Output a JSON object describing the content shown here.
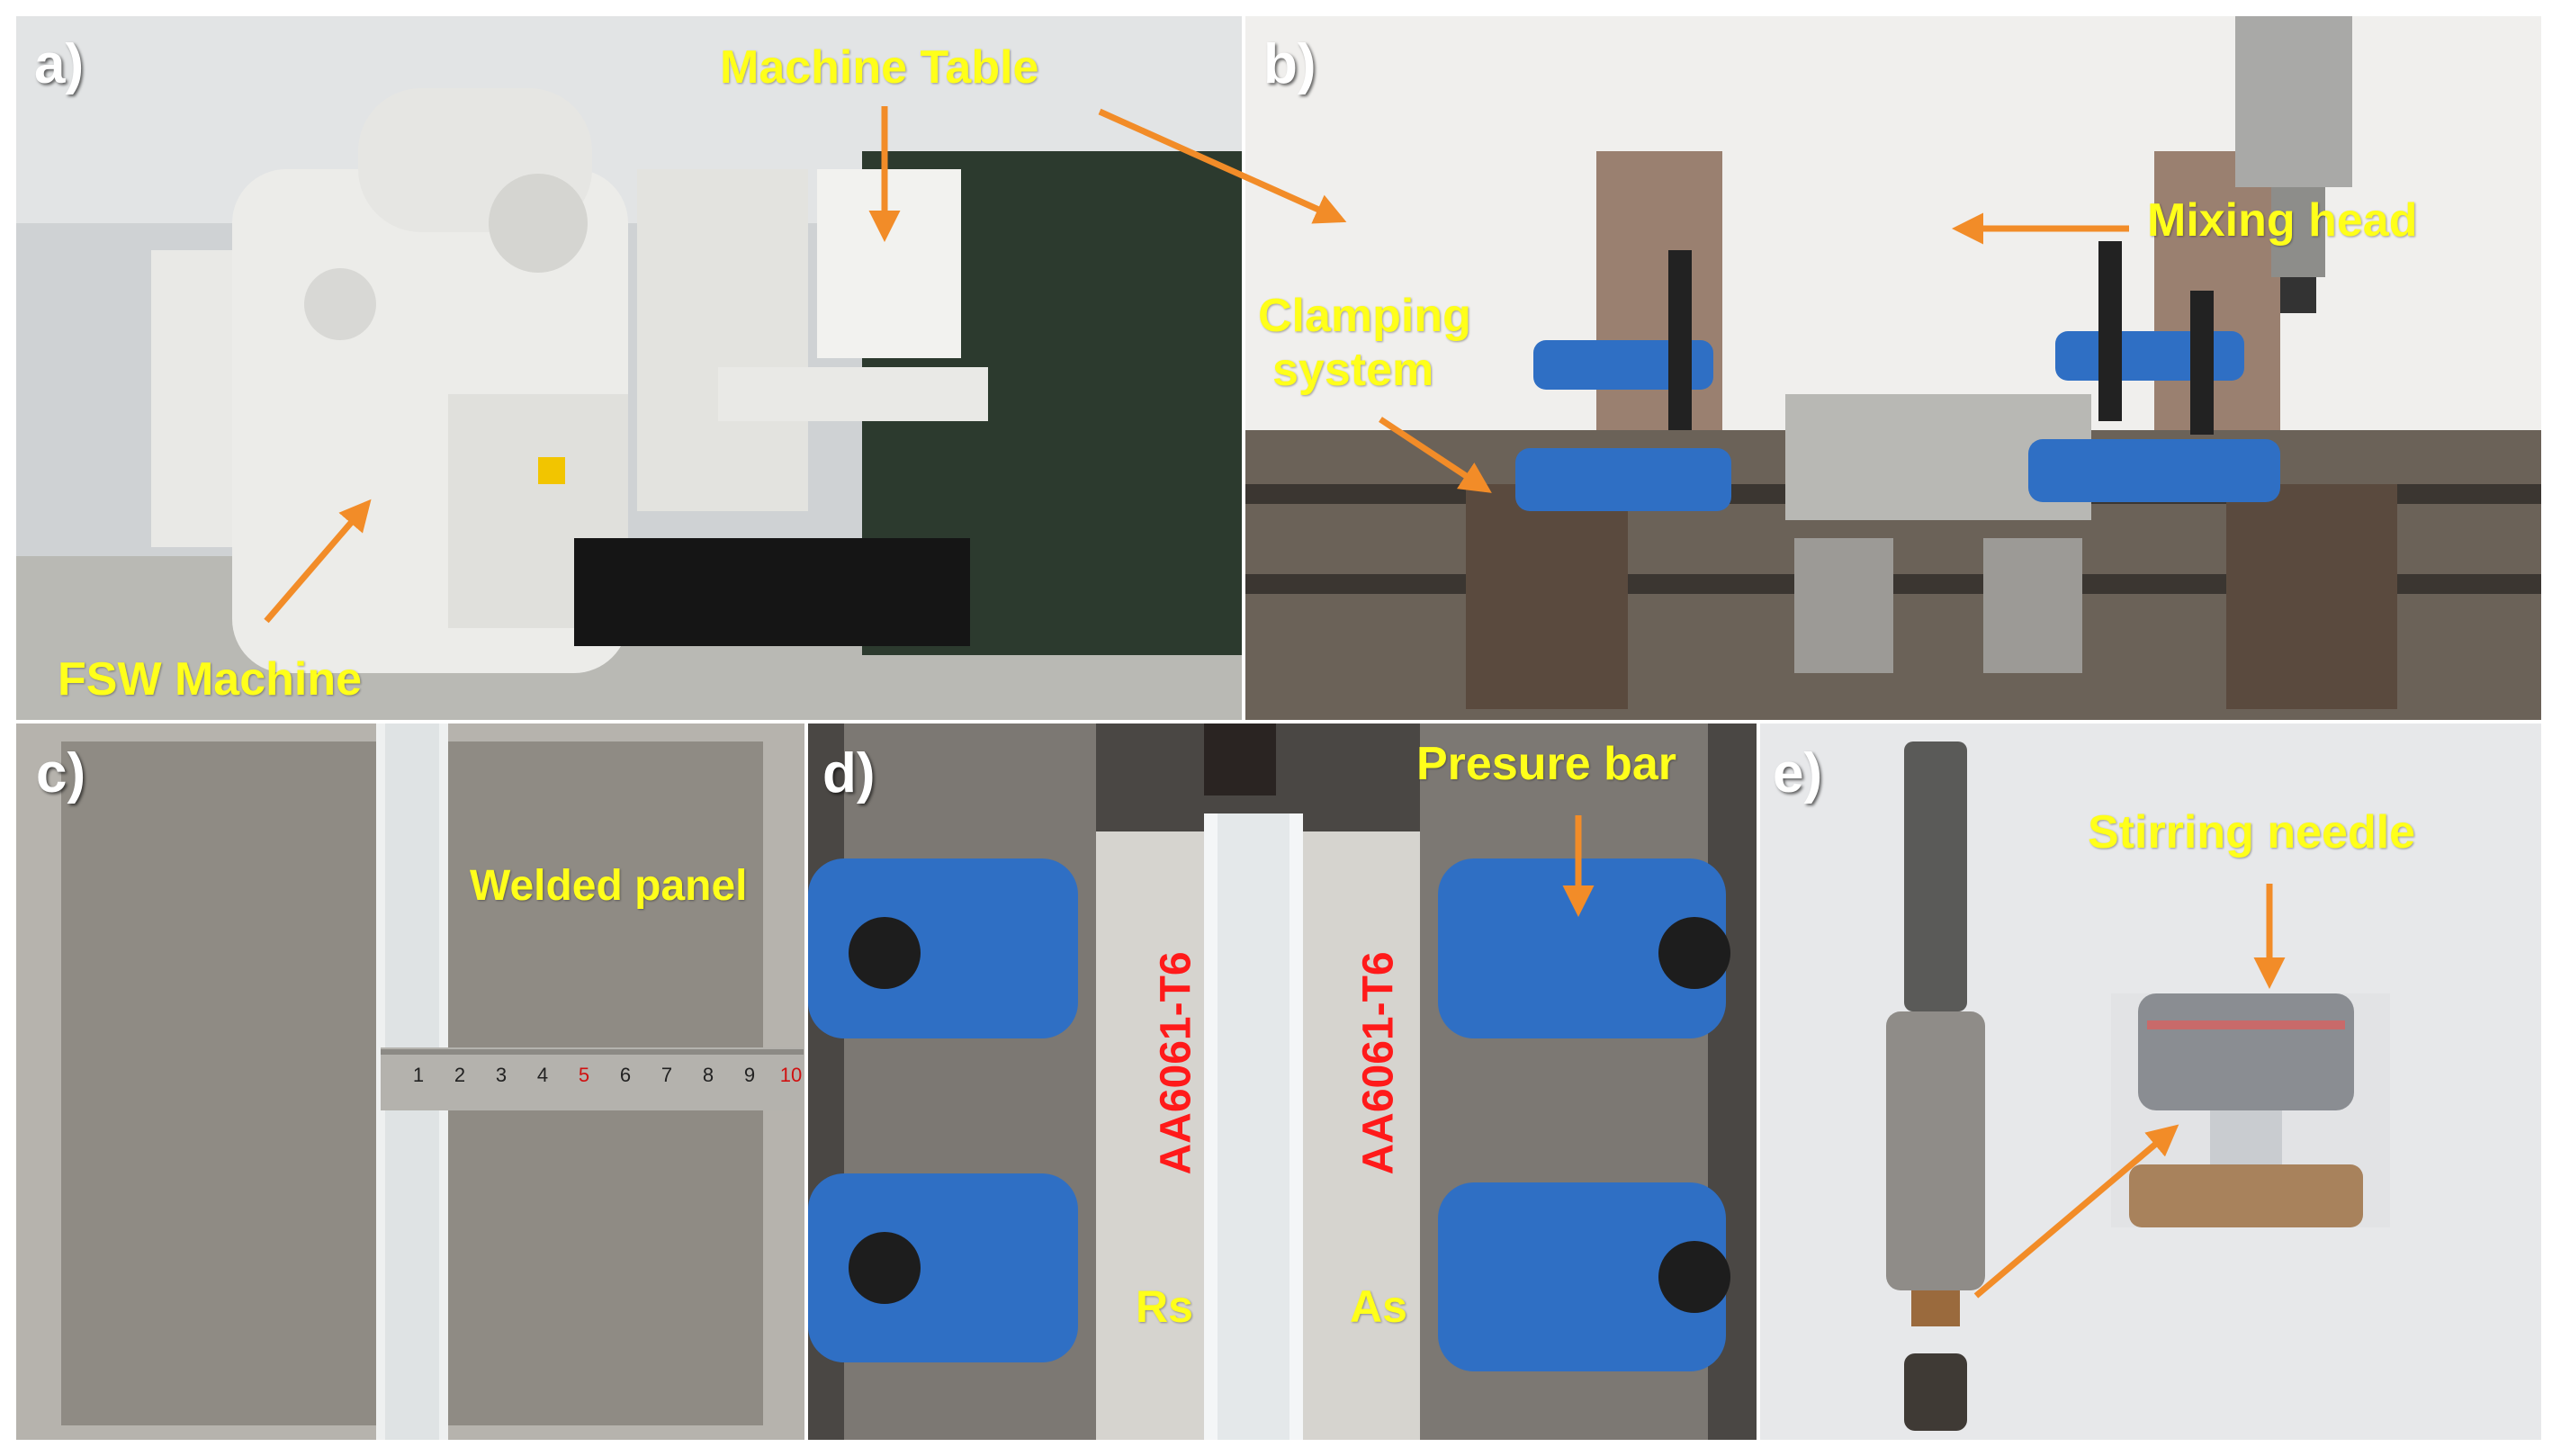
{
  "panels": {
    "a": {
      "label": "a)",
      "annotations": {
        "machine_table": "Machine Table",
        "fsw_machine": "FSW Machine"
      }
    },
    "b": {
      "label": "b)",
      "annotations": {
        "mixing_head": "Mixing head",
        "clamping_line1": "Clamping",
        "clamping_line2": "system"
      }
    },
    "c": {
      "label": "c)",
      "annotations": {
        "welded_panel": "Welded panel"
      },
      "ruler_ticks": [
        "1",
        "2",
        "3",
        "4",
        "5",
        "6",
        "7",
        "8",
        "9",
        "10"
      ]
    },
    "d": {
      "label": "d)",
      "annotations": {
        "presure_bar": "Presure bar",
        "alloy_left": "AA6061-T6",
        "alloy_right": "AA6061-T6",
        "rs": "Rs",
        "as": "As"
      }
    },
    "e": {
      "label": "e)",
      "annotations": {
        "stirring_needle": "Stirring needle"
      }
    }
  },
  "colors": {
    "annotation_text": "#ffff1a",
    "alloy_text": "#ff1a1a",
    "arrow": "#f28c28",
    "clamp_blue": "#2f6fc4"
  }
}
